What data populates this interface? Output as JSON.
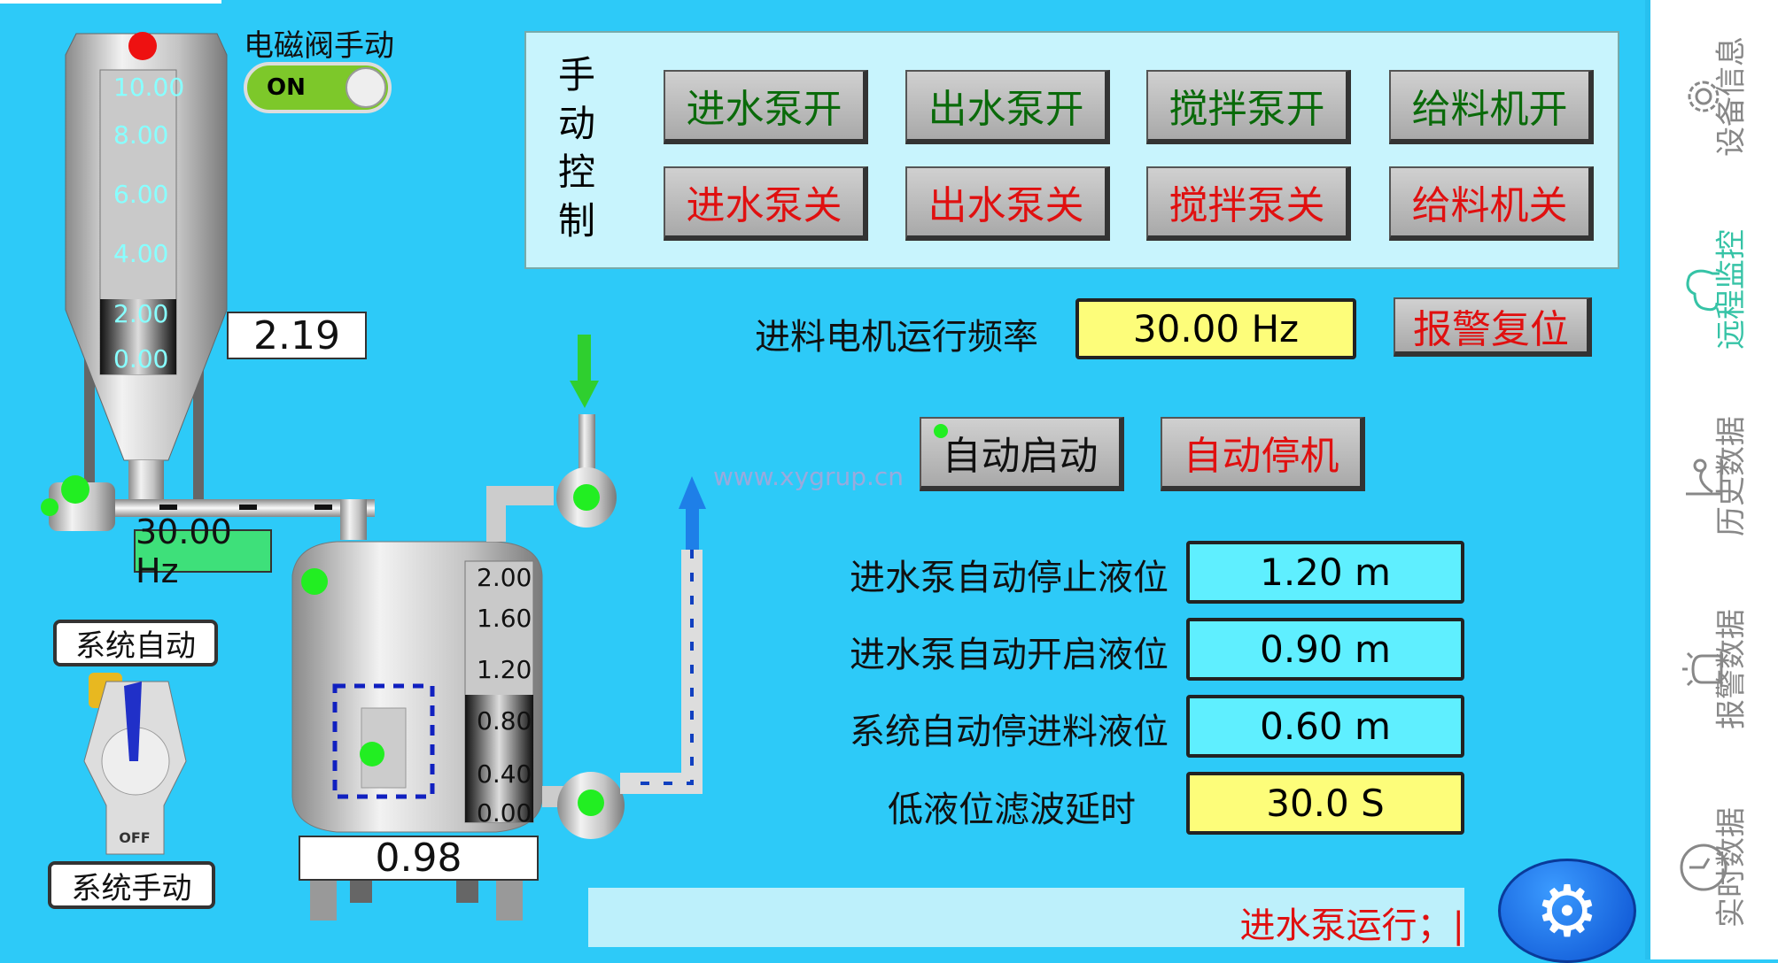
{
  "solenoid": {
    "label": "电磁阀手动",
    "toggle": "ON"
  },
  "silo": {
    "scale": [
      "10.00",
      "8.00",
      "6.00",
      "4.00",
      "2.00",
      "0.00"
    ],
    "level_value": "2.19",
    "level_fraction": 0.219,
    "feeder_freq": "30.00 Hz"
  },
  "mode": {
    "auto_label": "系统自动",
    "manual_label": "系统手动",
    "switch_state": "OFF"
  },
  "tank": {
    "scale": [
      "2.00",
      "1.60",
      "1.20",
      "0.80",
      "0.40",
      "0.00"
    ],
    "level_value": "0.98",
    "level_fraction": 0.49
  },
  "manual": {
    "title": [
      "手",
      "动",
      "控",
      "制"
    ],
    "on_buttons": [
      "进水泵开",
      "出水泵开",
      "搅拌泵开",
      "给料机开"
    ],
    "off_buttons": [
      "进水泵关",
      "出水泵关",
      "搅拌泵关",
      "给料机关"
    ]
  },
  "freq": {
    "label": "进料电机运行频率",
    "value": "30.00 Hz",
    "reset": "报警复位"
  },
  "auto": {
    "start": "自动启动",
    "stop": "自动停机"
  },
  "params": [
    {
      "label": "进水泵自动停止液位",
      "value": "1.20 m"
    },
    {
      "label": "进水泵自动开启液位",
      "value": "0.90 m"
    },
    {
      "label": "系统自动停进料液位",
      "value": "0.60 m"
    },
    {
      "label": "低液位滤波延时",
      "value": "30.0 S"
    }
  ],
  "status": {
    "text": "进水泵运行；|"
  },
  "watermark": "www.xygrup.cn",
  "sidebar": [
    {
      "label": "设备信息",
      "icon": "gear-icon"
    },
    {
      "label": "远程监控",
      "icon": "cloud-icon",
      "active": true
    },
    {
      "label": "历史数据",
      "icon": "history-chart-icon"
    },
    {
      "label": "报警数据",
      "icon": "alarm-icon"
    },
    {
      "label": "实时数据",
      "icon": "clock-icon"
    }
  ],
  "colors": {
    "background": "#2dcaf8",
    "running": "#22ee22",
    "stopped": "#ee1111",
    "active_nav": "#36c3a6"
  }
}
